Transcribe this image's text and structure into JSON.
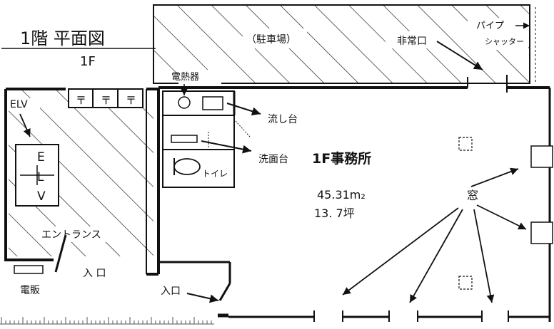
{
  "title": {
    "main": "1階 平面図",
    "sub": "1F"
  },
  "labels": {
    "parking": "（駐車場）",
    "pipe_shutter_1": "パイプ",
    "pipe_shutter_2": "シャッター",
    "emergency_exit": "非常口",
    "water_heater": "電熱器",
    "sink": "流し台",
    "washbasin": "洗面台",
    "toilet": "トイレ",
    "office": "1F事務所",
    "area_m2": "45.31m₂",
    "area_tsubo": "13. 7坪",
    "window": "窓",
    "elv_label": "ELV",
    "elv_e": "E",
    "elv_l": "L",
    "elv_v": "V",
    "entrance": "エントランス",
    "entrance_mark": "入 口",
    "entrance_office": "入口",
    "electric_panel": "電販",
    "mailbox": "〒"
  }
}
